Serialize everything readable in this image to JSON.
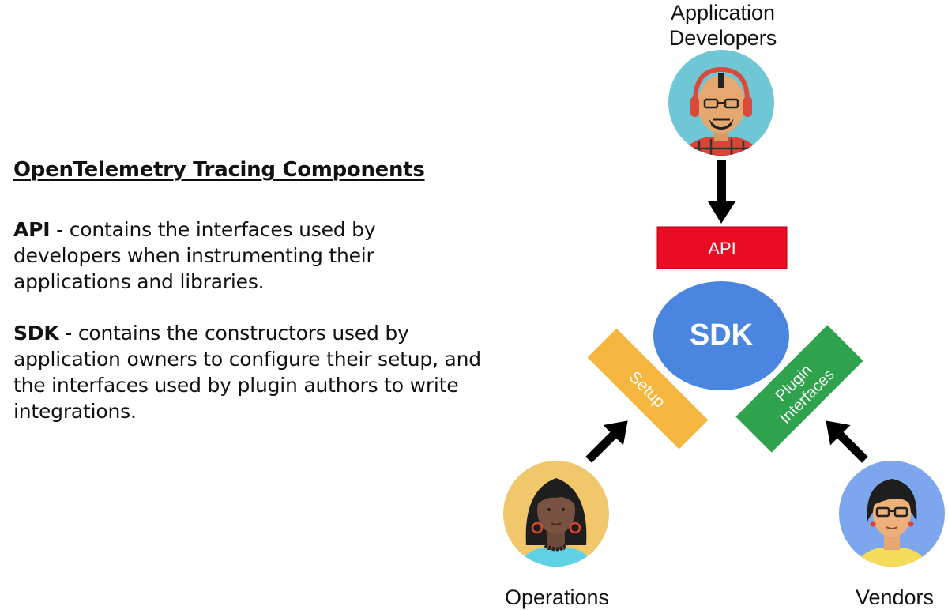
{
  "text": {
    "heading": "OpenTelemetry Tracing Components",
    "api_term": "API",
    "api_description": " - contains the interfaces used by developers when instrumenting their applications and libraries.",
    "sdk_term": "SDK",
    "sdk_description": " - contains the constructors used by application owners to configure their setup, and the interfaces used by plugin authors to write integrations."
  },
  "diagram": {
    "top_person_label_line1": "Application",
    "top_person_label_line2": "Developers",
    "api_box": "API",
    "sdk_circle": "SDK",
    "setup_box": "Setup",
    "plugin_box_line1": "Plugin",
    "plugin_box_line2": "Interfaces",
    "left_person_label": "Operations",
    "right_person_label": "Vendors",
    "colors": {
      "api": "#ea0c22",
      "sdk": "#4a86e0",
      "setup": "#f4b63f",
      "plugin": "#2ea24d",
      "arrow": "#000000",
      "avatar_developer_bg": "#6fc7d6",
      "avatar_operations_bg": "#f1c76b",
      "avatar_vendor_bg": "#7ea6ee"
    }
  }
}
